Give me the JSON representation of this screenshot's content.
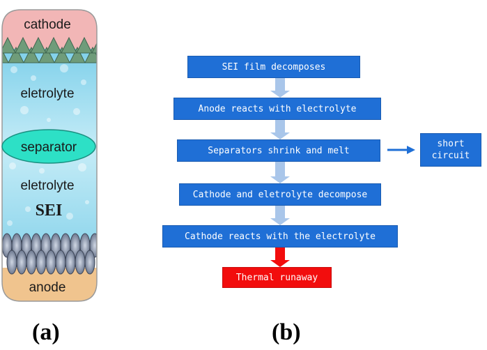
{
  "battery": {
    "cathode": "cathode",
    "eletrolyte_top": "eletrolyte",
    "separator": "separator",
    "eletrolyte_bottom": "eletrolyte",
    "sei": "SEI",
    "anode": "anode"
  },
  "flow": {
    "steps": [
      "SEI film decomposes",
      "Anode reacts with electrolyte",
      "Separators shrink and melt",
      "Cathode and eletrolyte decompose",
      "Cathode reacts with the electrolyte",
      "Thermal runaway"
    ],
    "side": "short\ncircuit"
  },
  "labels": {
    "a": "(a)",
    "b": "(b)"
  },
  "colors": {
    "box_blue": "#1f6fd6",
    "box_red": "#f20d0d",
    "arrow_light": "#a9c6ea",
    "arrow_dark": "#1f6fd6",
    "cathode_fill": "#f2b6b6",
    "anode_fill": "#f0c48e",
    "electrolyte_fill": "#a8dcef",
    "separator_fill": "#2de0c6"
  }
}
